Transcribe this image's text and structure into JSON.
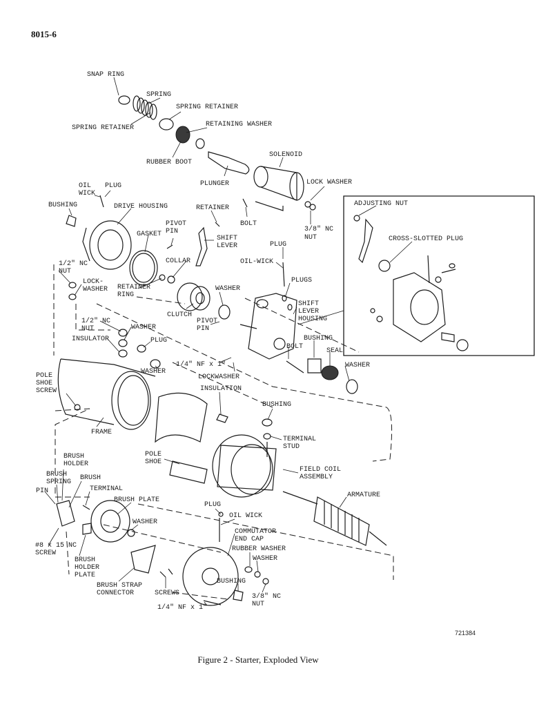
{
  "page_number": "8015-6",
  "drawing_number": "721384",
  "caption": "Figure 2 - Starter, Exploded View",
  "labels": {
    "snap_ring": "SNAP RING",
    "spring": "SPRING",
    "spring_retainer_upper": "SPRING RETAINER",
    "spring_retainer_lower": "SPRING RETAINER",
    "retaining_washer": "RETAINING WASHER",
    "rubber_boot": "RUBBER BOOT",
    "solenoid": "SOLENOID",
    "plunger": "PLUNGER",
    "lock_washer_solenoid": "LOCK WASHER",
    "bolt_solenoid": "BOLT",
    "nut_38_solenoid": [
      "3/8\" NC",
      "NUT"
    ],
    "oil_wick_top": [
      "OIL",
      "WICK"
    ],
    "plug_top": "PLUG",
    "bushing_top": "BUSHING",
    "drive_housing": "DRIVE HOUSING",
    "retainer": "RETAINER",
    "pivot_pin_upper": [
      "PIVOT",
      "PIN"
    ],
    "gasket": "GASKET",
    "shift_lever": [
      "SHIFT",
      "LEVER"
    ],
    "collar": "COLLAR",
    "plug_mid": "PLUG",
    "oil_wick_mid": "OIL-WICK",
    "plugs": "PLUGS",
    "nut_12_top": [
      "1/2\" NC",
      "NUT"
    ],
    "lock_washer_left": [
      "LOCK-",
      "WASHER"
    ],
    "retainer_ring": [
      "RETAINER",
      "RING"
    ],
    "washer_mid": "WASHER",
    "shift_lever_housing": [
      "SHIFT",
      "LEVER",
      "HOUSING"
    ],
    "clutch": "CLUTCH",
    "nut_12_lower": [
      "1/2\" NC",
      "NUT"
    ],
    "washer_upper_left": "WASHER",
    "pivot_pin_lower": [
      "PIVOT",
      "PIN"
    ],
    "insulator": "INSULATOR",
    "plug_left": "PLUG",
    "washer_left": "WASHER",
    "bolt_housing": "BOLT",
    "bushing_housing": "BUSHING",
    "seal": "SEAL",
    "washer_right": "WASHER",
    "screw_14_upper": "1/4\" NF x 1\"",
    "lockwasher": "LOCKWASHER",
    "pole_shoe_screw": [
      "POLE",
      "SHOE",
      "SCREW"
    ],
    "insulation": "INSULATION",
    "bushing_right": "BUSHING",
    "terminal_stud": [
      "TERMINAL",
      "STUD"
    ],
    "frame": "FRAME",
    "pole_shoe": [
      "POLE",
      "SHOE"
    ],
    "field_coil_assembly": [
      "FIELD COIL",
      "ASSEMBLY"
    ],
    "brush_holder": [
      "BRUSH",
      "HOLDER"
    ],
    "brush_spring": [
      "BRUSH",
      "SPRING"
    ],
    "brush": "BRUSH",
    "pin": "PIN",
    "terminal": "TERMINAL",
    "brush_plate": "BRUSH PLATE",
    "armature": "ARMATURE",
    "plug_lower": "PLUG",
    "oil_wick_lower": "OIL WICK",
    "washer_brush_plate": "WASHER",
    "commutator_end_cap": [
      "COMMUTATOR",
      "END CAP"
    ],
    "screw_8": [
      "#8 x 15 NC",
      "SCREW"
    ],
    "brush_holder_plate": [
      "BRUSH",
      "HOLDER",
      "PLATE"
    ],
    "rubber_washer": "RUBBER WASHER",
    "washer_lower": "WASHER",
    "brush_strap_connector": [
      "BRUSH STRAP",
      "CONNECTOR"
    ],
    "screws": "SCREWS",
    "bushing_lower": "BUSHING",
    "nut_38_lower": [
      "3/8\" NC",
      "NUT"
    ],
    "screw_14_lower": "1/4\" NF x 1\"",
    "adjusting_nut": "ADJUSTING NUT",
    "cross_slotted_plug": "CROSS-SLOTTED PLUG"
  }
}
